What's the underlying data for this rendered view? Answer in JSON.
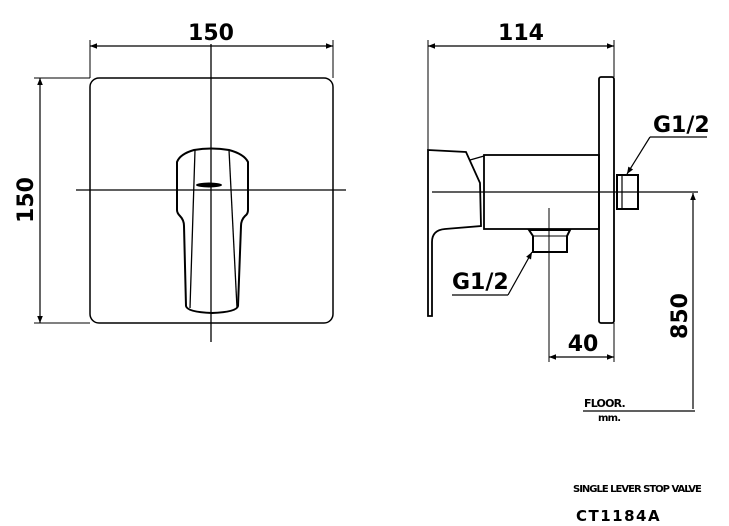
{
  "front_view": {
    "width_label": "150",
    "height_label": "150"
  },
  "side_view": {
    "depth_label": "114",
    "outlet_offset_label": "40",
    "height_label": "850",
    "top_connection_label": "G1/2",
    "bottom_connection_label": "G1/2",
    "floor_label": "FLOOR.",
    "unit_label": "mm."
  },
  "product": {
    "name": "SINGLE LEVER STOP VALVE",
    "model": "CT1184A"
  }
}
